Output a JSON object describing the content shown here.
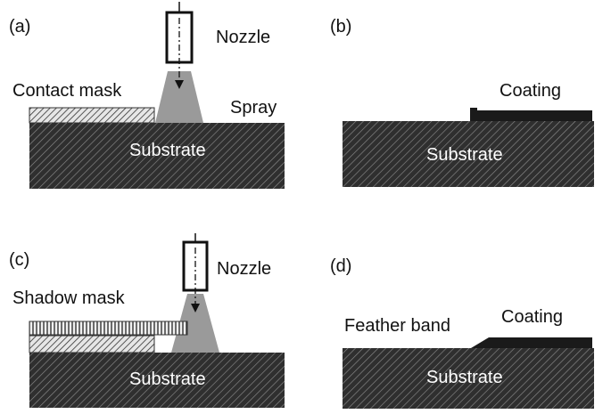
{
  "panels": {
    "a": {
      "tag": "(a)",
      "nozzle": "Nozzle",
      "mask": "Contact mask",
      "spray": "Spray",
      "substrate": "Substrate"
    },
    "b": {
      "tag": "(b)",
      "coating": "Coating",
      "substrate": "Substrate"
    },
    "c": {
      "tag": "(c)",
      "nozzle": "Nozzle",
      "mask": "Shadow mask",
      "substrate": "Substrate"
    },
    "d": {
      "tag": "(d)",
      "feather": "Feather band",
      "coating": "Coating",
      "substrate": "Substrate"
    }
  },
  "colors": {
    "substrate": "#2f2f2f",
    "spray": "#9a9a9a",
    "coating": "#1a1a1a",
    "mask": "#cfcfcf"
  }
}
